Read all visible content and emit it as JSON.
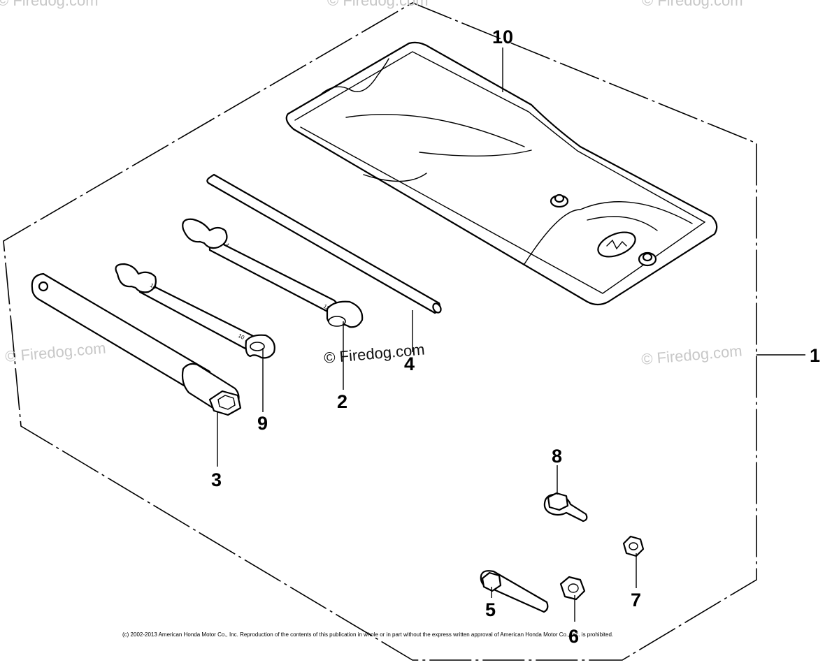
{
  "callouts": {
    "c1": "1",
    "c2": "2",
    "c3": "3",
    "c4": "4",
    "c5": "5",
    "c6": "6",
    "c7": "7",
    "c8": "8",
    "c9": "9",
    "c10": "10"
  },
  "watermarks": {
    "center": "© Firedog.com",
    "left": "© Firedog.com",
    "right": "© Firedog.com",
    "top_left": "© Firedog.com",
    "top_center": "© Firedog.com",
    "top_right": "© Firedog.com"
  },
  "copyright": "(c) 2002-2013 American Honda Motor Co., Inc. Reproduction of the contents of this publication in whole or in part without the express written approval of American Honda Motor Co., Inc. is prohibited."
}
